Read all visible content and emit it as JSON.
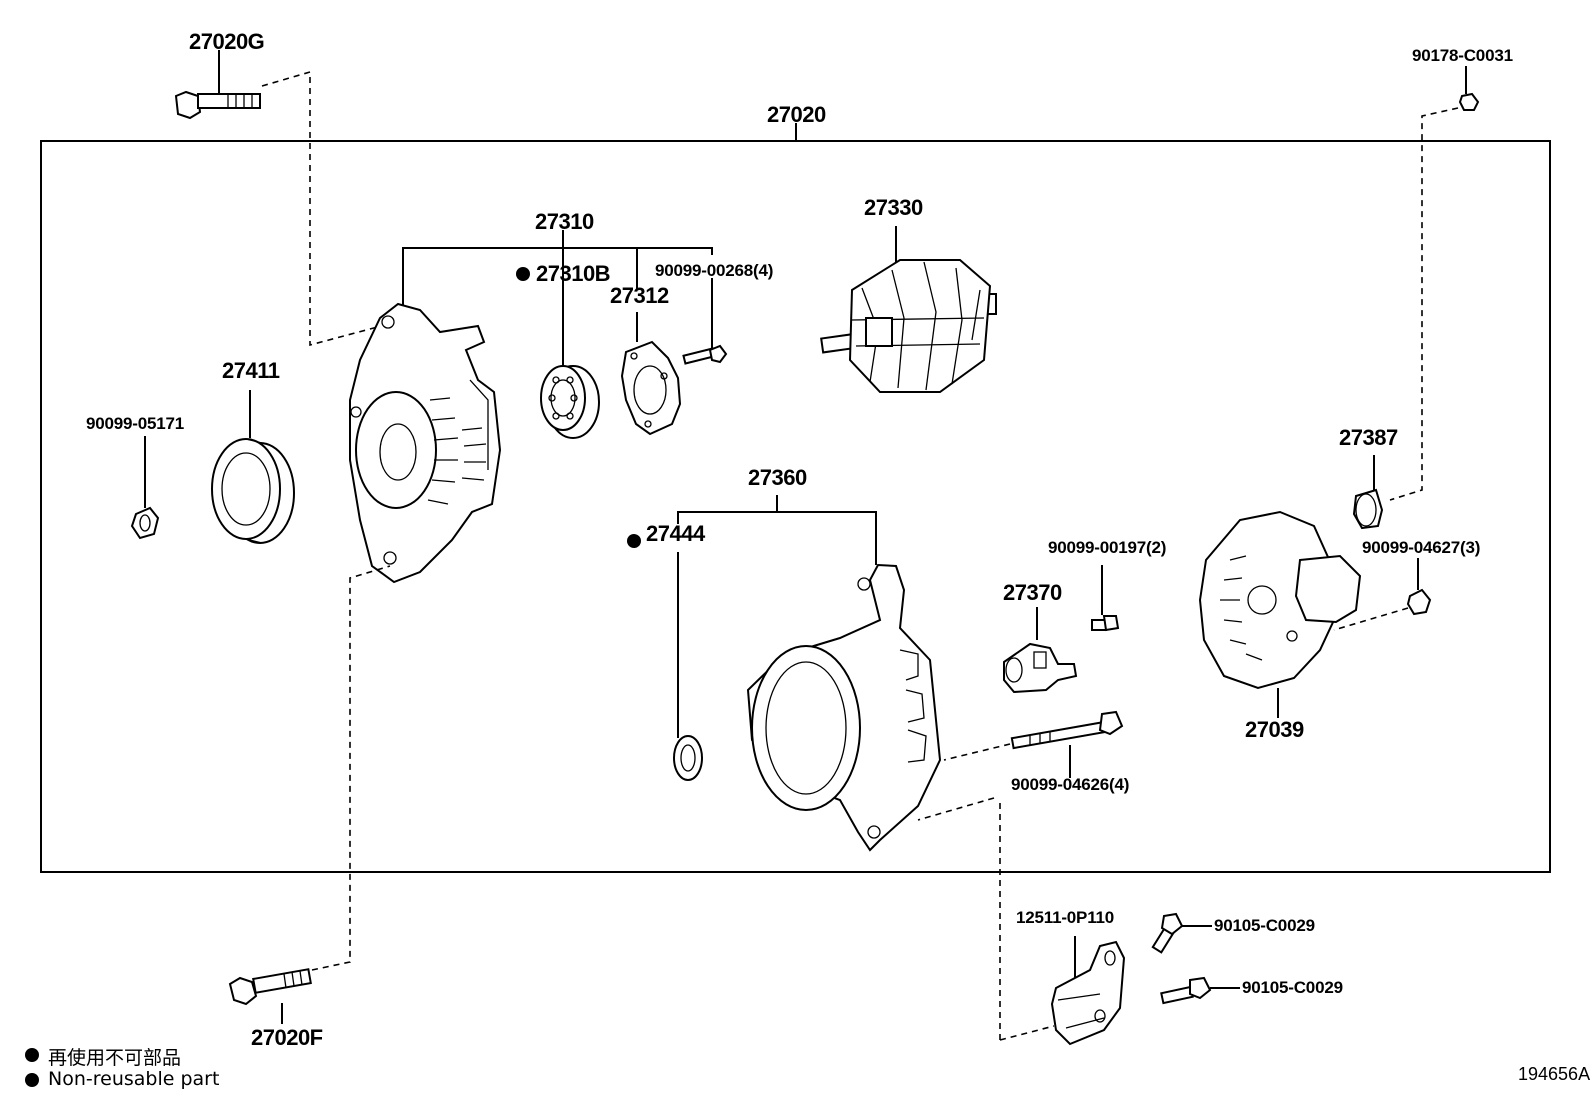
{
  "labels": {
    "p27020G": "27020G",
    "p90178": "90178-C0031",
    "p27020": "27020",
    "p27310": "27310",
    "p27310B": "27310B",
    "p27312": "27312",
    "p90099_00268": "90099-00268(4)",
    "p27330": "27330",
    "p27411": "27411",
    "p90099_05171": "90099-05171",
    "p27387": "27387",
    "p27360": "27360",
    "p27444": "27444",
    "p90099_00197": "90099-00197(2)",
    "p90099_04627": "90099-04627(3)",
    "p27370": "27370",
    "p27039": "27039",
    "p90099_04626": "90099-04626(4)",
    "p12511": "12511-0P110",
    "p90105_a": "90105-C0029",
    "p90105_b": "90105-C0029",
    "p27020F": "27020F"
  },
  "legend": {
    "line1": "再使用不可部品",
    "line2": "Non-reusable part"
  },
  "figure_id": "194656A"
}
